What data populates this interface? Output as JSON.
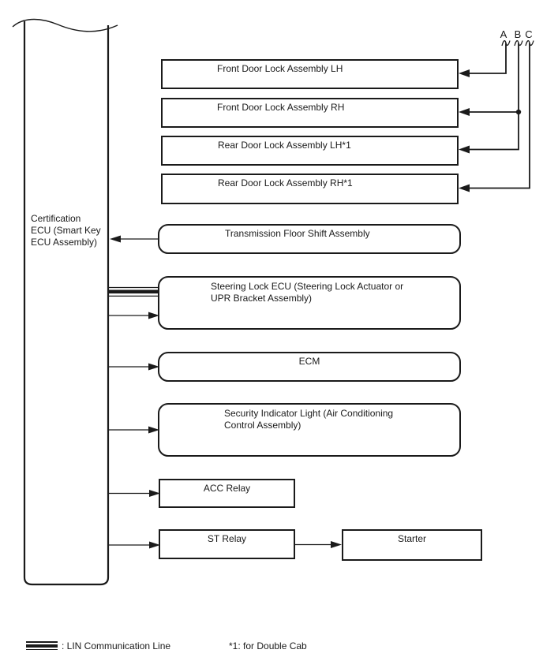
{
  "ecu_label": {
    "line1": "Certification",
    "line2": "ECU (Smart Key",
    "line3": "ECU Assembly)"
  },
  "connector_labels": {
    "a": "A",
    "b": "B",
    "c": "C"
  },
  "boxes": {
    "front_door_lh": "Front Door Lock Assembly LH",
    "front_door_rh": "Front Door Lock Assembly RH",
    "rear_door_lh": "Rear Door Lock Assembly LH*1",
    "rear_door_rh": "Rear Door Lock Assembly RH*1",
    "transmission": "Transmission Floor Shift Assembly",
    "steering_line1": "Steering Lock ECU (Steering Lock Actuator or",
    "steering_line2": "UPR Bracket Assembly)",
    "ecm": "ECM",
    "security_line1": "Security Indicator Light (Air Conditioning",
    "security_line2": "Control Assembly)",
    "acc_relay": "ACC Relay",
    "st_relay": "ST Relay",
    "starter": "Starter"
  },
  "legend": {
    "lin_symbol_label": ": LIN Communication Line",
    "footnote": "*1: for Double Cab"
  },
  "colors": {
    "line": "#1a1a1a",
    "background": "#ffffff",
    "text": "#1a1a1a"
  }
}
